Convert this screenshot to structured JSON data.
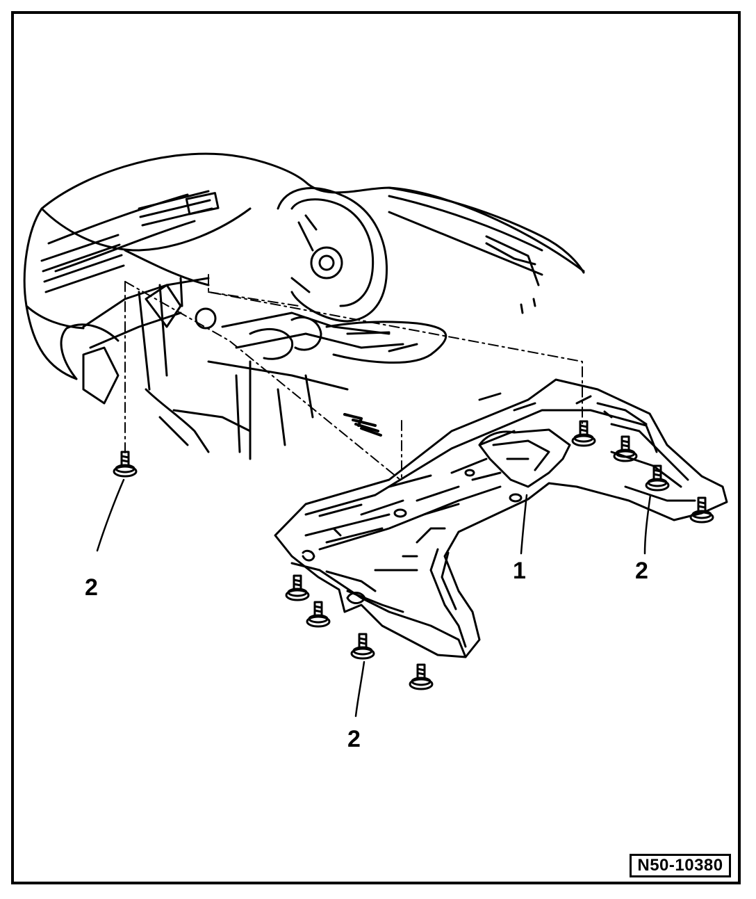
{
  "callouts": {
    "part_1": "1",
    "part_2_left": "2",
    "part_2_right": "2",
    "part_2_bottom": "2"
  },
  "figure_id": "N50-10380",
  "colors": {
    "line": "#000000",
    "background": "#ffffff"
  }
}
